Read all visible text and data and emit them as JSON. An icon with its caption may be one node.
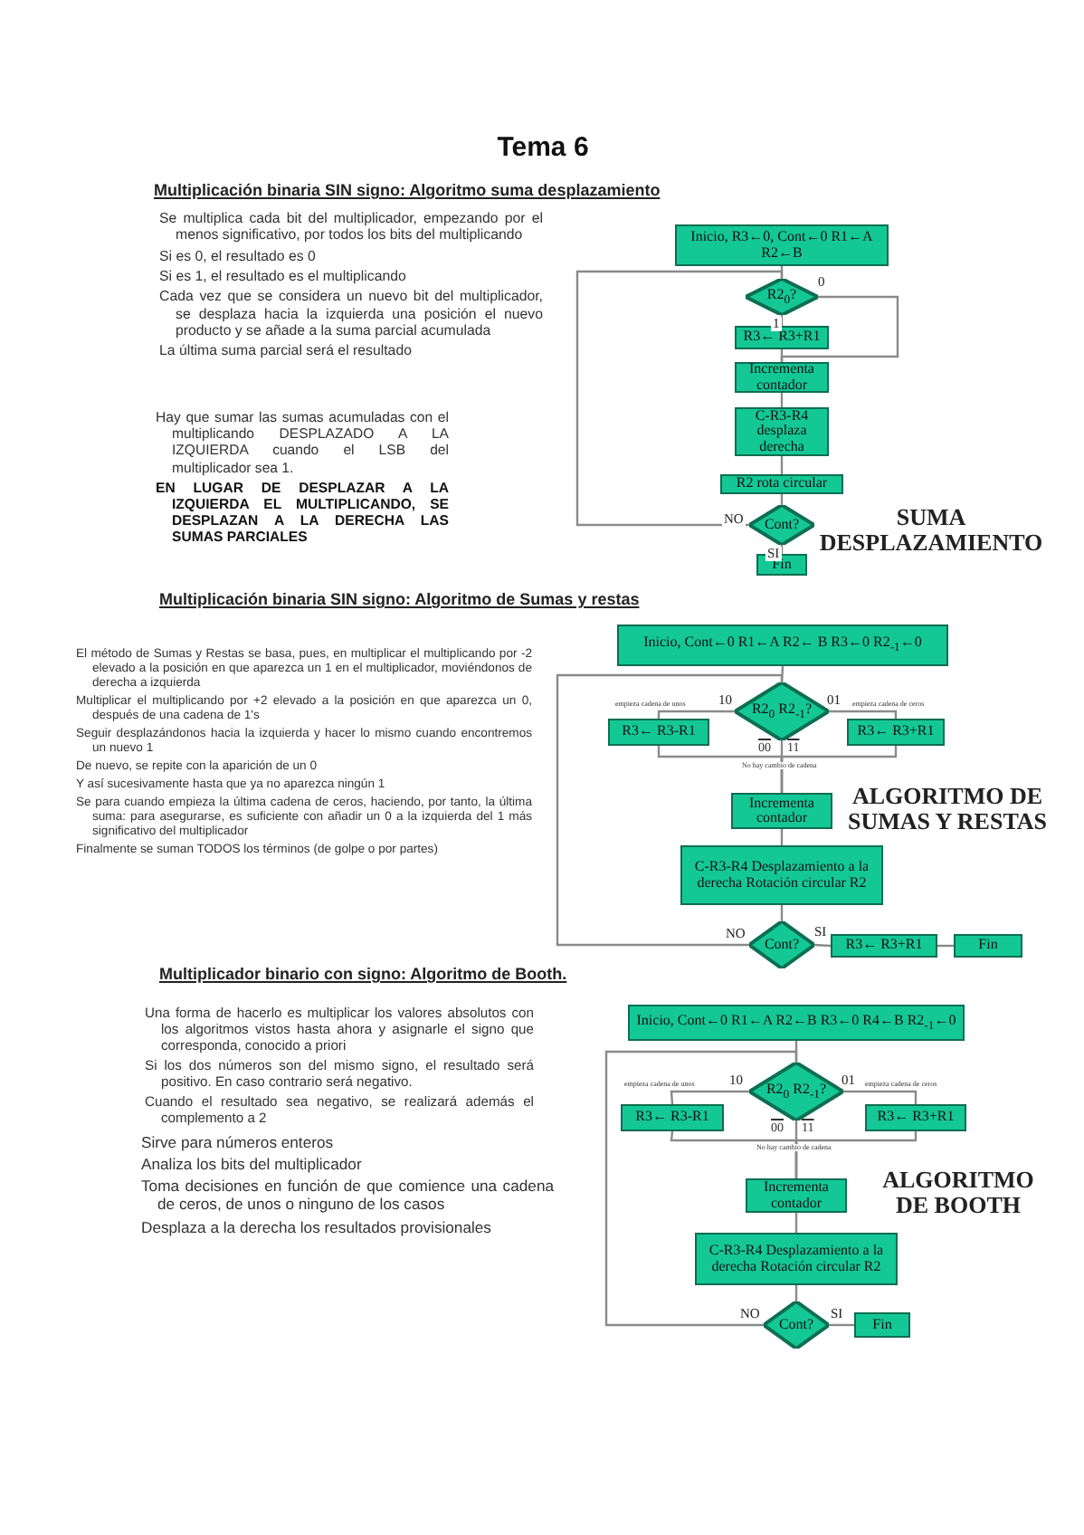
{
  "diagram": {
    "title": "Tema 6",
    "nodes": [
      {
        "text": [
          "Inicio, R3←0, Cont←0 R1←A R2←B"
        ]
      },
      {
        "text": [
          "R2$_{0}$?"
        ]
      },
      {
        "text": [
          "R3← R3+R1"
        ]
      },
      {
        "text": [
          "Incrementa contador"
        ]
      },
      {
        "text": [
          "C-R3-R4 desplaza derecha"
        ]
      },
      {
        "text": [
          "R2 rota circular"
        ]
      },
      {
        "text": [
          "Cont?"
        ]
      },
      {
        "text": [
          "Fin"
        ]
      },
      {
        "text": [
          "Inicio, Cont←0 R1←A R2← B R3←0 R2$_{-1}$←0"
        ]
      },
      {
        "text": [
          "R2$_{0}$ R2$_{-1}$?"
        ]
      },
      {
        "text": [
          "R3← R3-R1"
        ]
      },
      {
        "text": [
          "R3← R3+R1"
        ]
      },
      {
        "text": [
          "Incrementa contador"
        ]
      },
      {
        "text": [
          "C-R3-R4 Desplazamiento a la derecha Rotación circular R2"
        ]
      },
      {
        "text": [
          "Cont?"
        ]
      },
      {
        "text": [
          "R3← R3+R1"
        ]
      },
      {
        "text": [
          "Fin"
        ]
      },
      {
        "text": [
          "Inicio, Cont←0 R1←A R2←B R3←0 R4←B R2$_{-1}$←0"
        ]
      },
      {
        "text": [
          "R2$_{0}$ R2$_{-1}$?"
        ]
      },
      {
        "text": [
          "R3← R3-R1"
        ]
      },
      {
        "text": [
          "R3← R3+R1"
        ]
      },
      {
        "text": [
          "Incrementa contador"
        ]
      },
      {
        "text": [
          "C-R3-R4 Desplazamiento a la derecha Rotación circular R2"
        ]
      },
      {
        "text": [
          "Cont?"
        ]
      },
      {
        "text": [
          "Fin"
        ]
      }
    ],
    "edges": [
      {
        "from": 0,
        "to": 1,
        "arrow": "none"
      },
      {
        "from": 1,
        "to": 2,
        "arrow": "none",
        "label": "1"
      },
      {
        "from": 1,
        "to": 3,
        "arrow": "none",
        "label": "0"
      },
      {
        "from": 2,
        "to": 3,
        "arrow": "none"
      },
      {
        "from": 3,
        "to": 4,
        "arrow": "none"
      },
      {
        "from": 4,
        "to": 5,
        "arrow": "none"
      },
      {
        "from": 5,
        "to": 6,
        "arrow": "none"
      },
      {
        "from": 6,
        "to": 7,
        "arrow": "none",
        "label": "SI"
      },
      {
        "from": 6,
        "to": 1,
        "arrow": "none",
        "label": "NO"
      },
      {
        "from": 8,
        "to": 9,
        "arrow": "none"
      },
      {
        "from": 9,
        "to": 10,
        "arrow": "none",
        "label": "10"
      },
      {
        "from": 9,
        "to": 11,
        "arrow": "none",
        "label": "01"
      },
      {
        "from": 9,
        "to": 12,
        "arrow": "none"
      },
      {
        "from": 10,
        "to": 12,
        "arrow": "none"
      },
      {
        "from": 11,
        "to": 12,
        "arrow": "none"
      },
      {
        "from": 12,
        "to": 13,
        "arrow": "none"
      },
      {
        "from": 13,
        "to": 14,
        "arrow": "none"
      },
      {
        "from": 14,
        "to": 15,
        "arrow": "none",
        "label": "SI"
      },
      {
        "from": 15,
        "to": 16,
        "arrow": "none"
      },
      {
        "from": 14,
        "to": 9,
        "arrow": "none",
        "label": "NO"
      },
      {
        "from": 17,
        "to": 18,
        "arrow": "none"
      },
      {
        "from": 18,
        "to": 19,
        "arrow": "none",
        "label": "10"
      },
      {
        "from": 18,
        "to": 20,
        "arrow": "none",
        "label": "01"
      },
      {
        "from": 18,
        "to": 21,
        "arrow": "none"
      },
      {
        "from": 19,
        "to": 21,
        "arrow": "none"
      },
      {
        "from": 20,
        "to": 21,
        "arrow": "none"
      },
      {
        "from": 21,
        "to": 22,
        "arrow": "none"
      },
      {
        "from": 22,
        "to": 23,
        "arrow": "none"
      },
      {
        "from": 23,
        "to": 24,
        "arrow": "none",
        "label": "SI"
      },
      {
        "from": 23,
        "to": 18,
        "arrow": "none",
        "label": "NO"
      }
    ],
    "labels": [
      "Multiplicación binaria SIN signo: Algoritmo suma desplazamiento",
      "Se multiplica cada bit del multiplicador, empezando por el menos significativo, por todos los bits del multiplicando",
      "Si es 0, el resultado es 0",
      "Si es 1, el resultado es el multiplicando",
      "Cada vez que se considera un nuevo bit del multiplicador, se desplaza hacia la izquierda una posición el nuevo producto y se añade a la suma parcial acumulada",
      "La última suma parcial será el resultado",
      "Hay que sumar las sumas acumuladas con el multiplicando DESPLAZADO A LA IZQUIERDA cuando el LSB del multiplicador sea 1.",
      "EN LUGAR DE DESPLAZAR A LA IZQUIERDA EL MULTIPLICANDO, SE DESPLAZAN A LA DERECHA LAS SUMAS PARCIALES",
      "SUMA DESPLAZAMIENTO",
      "Multiplicación binaria SIN signo: Algoritmo de Sumas y restas",
      "El método de Sumas y Restas se basa, pues, en multiplicar el multiplicando por -2 elevado a la posición en que aparezca un 1 en el multiplicador, moviéndonos de derecha a izquierda",
      "Multiplicar el multiplicando por +2 elevado a la posición en que aparezca un 0, después de una cadena de 1's",
      "Seguir desplazándonos hacia la izquierda y hacer lo mismo cuando encontremos un nuevo 1",
      "De nuevo, se repite con la aparición de un 0",
      "Y así sucesivamente hasta que ya no aparezca ningún 1",
      "Se para cuando empieza la última cadena de ceros, haciendo, por tanto, la última suma: para asegurarse, es suficiente con añadir un 0 a la izquierda del 1 más significativo del multiplicador",
      "Finalmente se suman TODOS los términos (de golpe o por partes)",
      "empieza cadena de unos",
      "empieza cadena de ceros",
      "00",
      "11",
      "No hay cambio de cadena",
      "ALGORITMO DE SUMAS Y RESTAS",
      "Multiplicador binario con signo: Algoritmo de Booth.",
      "Una forma de hacerlo es multiplicar los valores absolutos con los algoritmos vistos hasta ahora y asignarle el signo que corresponda, conocido a priori",
      "Si los dos números son del mismo signo, el resultado será positivo. En caso contrario será negativo.",
      "Cuando el resultado sea negativo, se realizará además el complemento a 2",
      "Sirve para números enteros",
      "Analiza los bits del multiplicador",
      "Toma decisiones en función de que comience una cadena de ceros, de unos o ninguno de los casos",
      "Desplaza a la derecha los resultados provisionales",
      "empieza cadena de unos",
      "empieza cadena de ceros",
      "00",
      "11",
      "No hay cambio de cadena",
      "ALGORITMO DE BOOTH"
    ]
  }
}
